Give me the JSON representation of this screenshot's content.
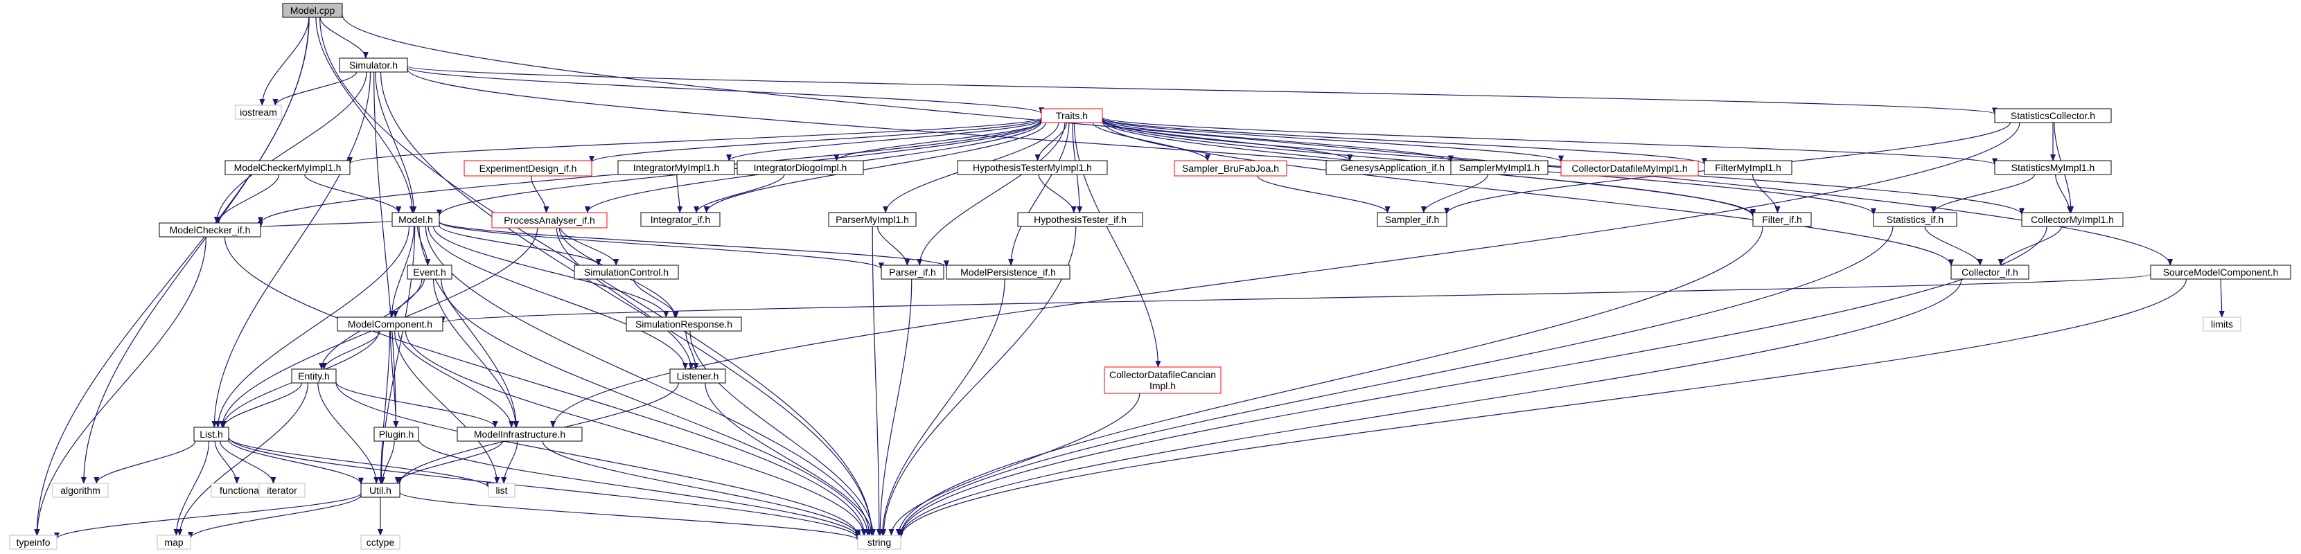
{
  "colors": {
    "edge": "#191970",
    "root_fill": "#bfbfbf",
    "normal_border": "#000000",
    "truncated_border": "#ff0000",
    "external_border": "#bfbfbf",
    "external_text": "#7f7f7f"
  },
  "nodes": {
    "model_cpp": {
      "label": "Model.cpp",
      "kind": "root"
    },
    "simulator_h": {
      "label": "Simulator.h",
      "kind": "normal"
    },
    "iostream": {
      "label": "iostream",
      "kind": "external"
    },
    "traits_h": {
      "label": "Traits.h",
      "kind": "truncated"
    },
    "statisticscollector_h": {
      "label": "StatisticsCollector.h",
      "kind": "normal"
    },
    "modelcheckermyimpl1_h": {
      "label": "ModelCheckerMyImpl1.h",
      "kind": "normal"
    },
    "experimentdesign_if_h": {
      "label": "ExperimentDesign_if.h",
      "kind": "truncated"
    },
    "integratormyimpl1_h": {
      "label": "IntegratorMyImpl1.h",
      "kind": "normal"
    },
    "integratordiogoimpl_h": {
      "label": "IntegratorDiogoImpl.h",
      "kind": "normal"
    },
    "hypothesistestermyimpl1_h": {
      "label": "HypothesisTesterMyImpl1.h",
      "kind": "normal"
    },
    "sampler_brufabloa_h": {
      "label": "Sampler_BruFabJoa.h",
      "kind": "truncated"
    },
    "genesysapplication_if_h": {
      "label": "GenesysApplication_if.h",
      "kind": "normal"
    },
    "samplermyimpl1_h": {
      "label": "SamplerMyImpl1.h",
      "kind": "normal"
    },
    "collectordatafilemyimpl1_h": {
      "label": "CollectorDatafileMyImpl1.h",
      "kind": "truncated"
    },
    "filtermyimpl1_h": {
      "label": "FilterMyImpl1.h",
      "kind": "normal"
    },
    "statisticsmyimpl1_h": {
      "label": "StatisticsMyImpl1.h",
      "kind": "normal"
    },
    "model_h": {
      "label": "Model.h",
      "kind": "normal"
    },
    "processanalyser_if_h": {
      "label": "ProcessAnalyser_if.h",
      "kind": "truncated"
    },
    "integrator_if_h": {
      "label": "Integrator_if.h",
      "kind": "normal"
    },
    "parsermyimpl1_h": {
      "label": "ParserMyImpl1.h",
      "kind": "normal"
    },
    "hypothesistester_if_h": {
      "label": "HypothesisTester_if.h",
      "kind": "normal"
    },
    "sampler_if_h": {
      "label": "Sampler_if.h",
      "kind": "normal"
    },
    "filter_if_h": {
      "label": "Filter_if.h",
      "kind": "normal"
    },
    "statistics_if_h": {
      "label": "Statistics_if.h",
      "kind": "normal"
    },
    "collectormyimpl1_h": {
      "label": "CollectorMyImpl1.h",
      "kind": "normal"
    },
    "modelchecker_if_h": {
      "label": "ModelChecker_if.h",
      "kind": "normal"
    },
    "event_h": {
      "label": "Event.h",
      "kind": "normal"
    },
    "simulationcontrol_h": {
      "label": "SimulationControl.h",
      "kind": "normal"
    },
    "parser_if_h": {
      "label": "Parser_if.h",
      "kind": "normal"
    },
    "modelpersistence_if_h": {
      "label": "ModelPersistence_if.h",
      "kind": "normal"
    },
    "collector_if_h": {
      "label": "Collector_if.h",
      "kind": "normal"
    },
    "sourcemodelcomponent_h": {
      "label": "SourceModelComponent.h",
      "kind": "normal"
    },
    "modelcomponent_h": {
      "label": "ModelComponent.h",
      "kind": "normal"
    },
    "simulationresponse_h": {
      "label": "SimulationResponse.h",
      "kind": "normal"
    },
    "limits": {
      "label": "limits",
      "kind": "external"
    },
    "entity_h": {
      "label": "Entity.h",
      "kind": "normal"
    },
    "listener_h": {
      "label": "Listener.h",
      "kind": "normal"
    },
    "collectordatafilecancianimpl_h": {
      "label": "CollectorDatafileCancian\nImpl.h",
      "kind": "truncated"
    },
    "list_h": {
      "label": "List.h",
      "kind": "normal"
    },
    "plugin_h": {
      "label": "Plugin.h",
      "kind": "normal"
    },
    "modelinfrastructure_h": {
      "label": "ModelInfrastructure.h",
      "kind": "normal"
    },
    "algorithm": {
      "label": "algorithm",
      "kind": "external"
    },
    "functional": {
      "label": "functional",
      "kind": "external"
    },
    "iterator": {
      "label": "iterator",
      "kind": "external"
    },
    "util_h": {
      "label": "Util.h",
      "kind": "normal"
    },
    "list": {
      "label": "list",
      "kind": "external"
    },
    "typeinfo": {
      "label": "typeinfo",
      "kind": "external"
    },
    "map": {
      "label": "map",
      "kind": "external"
    },
    "cctype": {
      "label": "cctype",
      "kind": "external"
    },
    "string": {
      "label": "string",
      "kind": "external"
    }
  },
  "edges": [
    [
      "model_cpp",
      "simulator_h"
    ],
    [
      "model_cpp",
      "iostream"
    ],
    [
      "model_cpp",
      "model_h"
    ],
    [
      "model_cpp",
      "algorithm"
    ],
    [
      "model_cpp",
      "typeinfo"
    ],
    [
      "model_cpp",
      "sourcemodelcomponent_h"
    ],
    [
      "model_cpp",
      "string"
    ],
    [
      "simulator_h",
      "iostream"
    ],
    [
      "simulator_h",
      "traits_h"
    ],
    [
      "simulator_h",
      "statisticscollector_h"
    ],
    [
      "simulator_h",
      "model_h"
    ],
    [
      "simulator_h",
      "modelchecker_if_h"
    ],
    [
      "simulator_h",
      "list_h"
    ],
    [
      "simulator_h",
      "plugin_h"
    ],
    [
      "simulator_h",
      "filter_if_h"
    ],
    [
      "simulator_h",
      "string"
    ],
    [
      "traits_h",
      "modelcheckermyimpl1_h"
    ],
    [
      "traits_h",
      "experimentdesign_if_h"
    ],
    [
      "traits_h",
      "integratormyimpl1_h"
    ],
    [
      "traits_h",
      "integratordiogoimpl_h"
    ],
    [
      "traits_h",
      "hypothesistestermyimpl1_h"
    ],
    [
      "traits_h",
      "sampler_brufabloa_h"
    ],
    [
      "traits_h",
      "genesysapplication_if_h"
    ],
    [
      "traits_h",
      "samplermyimpl1_h"
    ],
    [
      "traits_h",
      "collectordatafilemyimpl1_h"
    ],
    [
      "traits_h",
      "filtermyimpl1_h"
    ],
    [
      "traits_h",
      "statisticsmyimpl1_h"
    ],
    [
      "traits_h",
      "model_h"
    ],
    [
      "traits_h",
      "processanalyser_if_h"
    ],
    [
      "traits_h",
      "integrator_if_h"
    ],
    [
      "traits_h",
      "parsermyimpl1_h"
    ],
    [
      "traits_h",
      "hypothesistester_if_h"
    ],
    [
      "traits_h",
      "parser_if_h"
    ],
    [
      "traits_h",
      "modelpersistence_if_h"
    ],
    [
      "traits_h",
      "collectordatafilecancianimpl_h"
    ],
    [
      "traits_h",
      "modelchecker_if_h"
    ],
    [
      "traits_h",
      "filter_if_h"
    ],
    [
      "traits_h",
      "statistics_if_h"
    ],
    [
      "traits_h",
      "collectormyimpl1_h"
    ],
    [
      "traits_h",
      "collector_if_h"
    ],
    [
      "statisticscollector_h",
      "statisticsmyimpl1_h"
    ],
    [
      "statisticscollector_h",
      "collectormyimpl1_h"
    ],
    [
      "statisticscollector_h",
      "modelinfrastructure_h"
    ],
    [
      "statisticscollector_h",
      "sampler_if_h"
    ],
    [
      "modelcheckermyimpl1_h",
      "model_h"
    ],
    [
      "modelcheckermyimpl1_h",
      "modelchecker_if_h"
    ],
    [
      "experimentdesign_if_h",
      "processanalyser_if_h"
    ],
    [
      "integratormyimpl1_h",
      "integrator_if_h"
    ],
    [
      "integratordiogoimpl_h",
      "integrator_if_h"
    ],
    [
      "hypothesistestermyimpl1_h",
      "hypothesistester_if_h"
    ],
    [
      "sampler_brufabloa_h",
      "sampler_if_h"
    ],
    [
      "samplermyimpl1_h",
      "sampler_if_h"
    ],
    [
      "filtermyimpl1_h",
      "filter_if_h"
    ],
    [
      "statisticsmyimpl1_h",
      "statistics_if_h"
    ],
    [
      "statisticsmyimpl1_h",
      "collectormyimpl1_h"
    ],
    [
      "model_h",
      "modelchecker_if_h"
    ],
    [
      "model_h",
      "event_h"
    ],
    [
      "model_h",
      "simulationcontrol_h"
    ],
    [
      "model_h",
      "parser_if_h"
    ],
    [
      "model_h",
      "modelpersistence_if_h"
    ],
    [
      "model_h",
      "modelcomponent_h"
    ],
    [
      "model_h",
      "simulationresponse_h"
    ],
    [
      "model_h",
      "listener_h"
    ],
    [
      "model_h",
      "list_h"
    ],
    [
      "model_h",
      "modelinfrastructure_h"
    ],
    [
      "model_h",
      "util_h"
    ],
    [
      "model_h",
      "string"
    ],
    [
      "processanalyser_if_h",
      "simulationcontrol_h"
    ],
    [
      "processanalyser_if_h",
      "simulationresponse_h"
    ],
    [
      "processanalyser_if_h",
      "listener_h"
    ],
    [
      "processanalyser_if_h",
      "list_h"
    ],
    [
      "parsermyimpl1_h",
      "parser_if_h"
    ],
    [
      "parsermyimpl1_h",
      "string"
    ],
    [
      "hypothesistester_if_h",
      "string"
    ],
    [
      "filter_if_h",
      "string"
    ],
    [
      "statistics_if_h",
      "collector_if_h"
    ],
    [
      "statistics_if_h",
      "string"
    ],
    [
      "collectormyimpl1_h",
      "collector_if_h"
    ],
    [
      "collectormyimpl1_h",
      "string"
    ],
    [
      "modelchecker_if_h",
      "typeinfo"
    ],
    [
      "modelchecker_if_h",
      "string"
    ],
    [
      "event_h",
      "modelcomponent_h"
    ],
    [
      "event_h",
      "entity_h"
    ],
    [
      "event_h",
      "modelinfrastructure_h"
    ],
    [
      "event_h",
      "string"
    ],
    [
      "simulationcontrol_h",
      "simulationresponse_h"
    ],
    [
      "parser_if_h",
      "string"
    ],
    [
      "modelpersistence_if_h",
      "string"
    ],
    [
      "collector_if_h",
      "string"
    ],
    [
      "sourcemodelcomponent_h",
      "modelcomponent_h"
    ],
    [
      "sourcemodelcomponent_h",
      "limits"
    ],
    [
      "sourcemodelcomponent_h",
      "string"
    ],
    [
      "modelcomponent_h",
      "entity_h"
    ],
    [
      "modelcomponent_h",
      "list_h"
    ],
    [
      "modelcomponent_h",
      "plugin_h"
    ],
    [
      "modelcomponent_h",
      "modelinfrastructure_h"
    ],
    [
      "modelcomponent_h",
      "util_h"
    ],
    [
      "modelcomponent_h",
      "list"
    ],
    [
      "modelcomponent_h",
      "string"
    ],
    [
      "simulationresponse_h",
      "listener_h"
    ],
    [
      "simulationresponse_h",
      "string"
    ],
    [
      "entity_h",
      "list_h"
    ],
    [
      "entity_h",
      "modelinfrastructure_h"
    ],
    [
      "entity_h",
      "util_h"
    ],
    [
      "entity_h",
      "map"
    ],
    [
      "entity_h",
      "string"
    ],
    [
      "listener_h",
      "util_h"
    ],
    [
      "listener_h",
      "string"
    ],
    [
      "collectordatafilecancianimpl_h",
      "string"
    ],
    [
      "list_h",
      "algorithm"
    ],
    [
      "list_h",
      "functional"
    ],
    [
      "list_h",
      "iterator"
    ],
    [
      "list_h",
      "util_h"
    ],
    [
      "list_h",
      "list"
    ],
    [
      "list_h",
      "map"
    ],
    [
      "list_h",
      "string"
    ],
    [
      "plugin_h",
      "util_h"
    ],
    [
      "plugin_h",
      "string"
    ],
    [
      "modelinfrastructure_h",
      "util_h"
    ],
    [
      "modelinfrastructure_h",
      "list"
    ],
    [
      "modelinfrastructure_h",
      "string"
    ],
    [
      "util_h",
      "typeinfo"
    ],
    [
      "util_h",
      "map"
    ],
    [
      "util_h",
      "cctype"
    ],
    [
      "util_h",
      "string"
    ]
  ]
}
